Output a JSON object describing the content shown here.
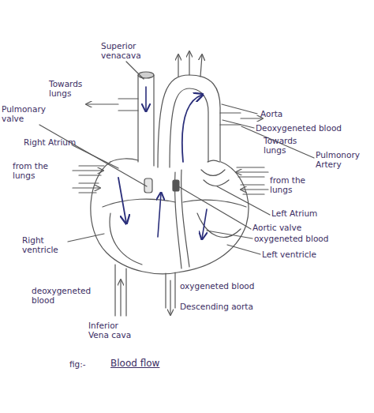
{
  "diagram": {
    "caption": "Blood flow",
    "labels": [
      "Superior venacava",
      "Towards lungs",
      "Aorta",
      "Deoxygeneted blood",
      "Towards lungs",
      "Pulmonory Artery",
      "Pulmonary valve",
      "Right Atrium",
      "from the lungs",
      "from the lungs",
      "Left Atrium",
      "Aortic valve",
      "oxygeneted blood",
      "Right ventricle",
      "Left ventricle",
      "oxygeneted blood",
      "deoxygeneted blood",
      "Inferior Vena cava",
      "Descending aorta",
      "fig:-"
    ]
  }
}
